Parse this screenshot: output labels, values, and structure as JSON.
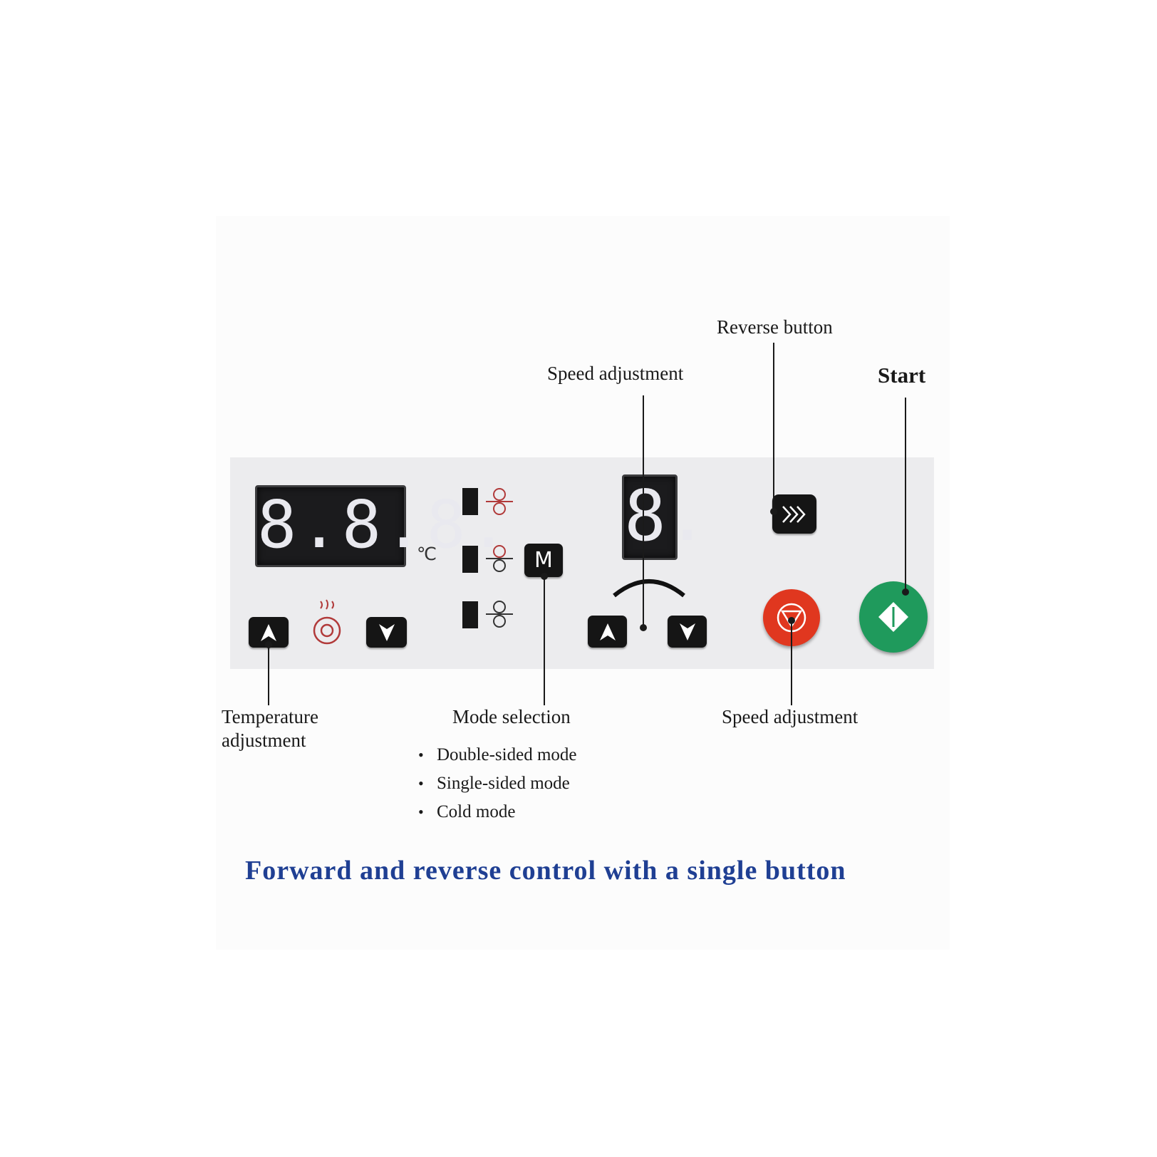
{
  "labels": {
    "reverse_button": "Reverse button",
    "speed_adjustment_top": "Speed adjustment",
    "start": "Start",
    "temperature_line1": "Temperature",
    "temperature_line2": "adjustment",
    "mode_selection": "Mode selection",
    "speed_adjustment_bottom": "Speed adjustment"
  },
  "panel": {
    "temp_display": "8.8.8.",
    "temp_unit": "℃",
    "speed_display": "8.",
    "mode_button": "M"
  },
  "modes": [
    "Double-sided mode",
    "Single-sided mode",
    "Cold mode"
  ],
  "caption": "Forward and reverse control with a single button",
  "colors": {
    "caption": "#1f3f93",
    "stop_button": "#e0371f",
    "start_button": "#1f9a5c",
    "heat_icon": "#b13a3a"
  },
  "icons": [
    "arrow-up-icon",
    "arrow-down-icon",
    "heat-icon",
    "roller-icon",
    "mode-icon",
    "speed-arc-icon",
    "reverse-chevrons-icon",
    "stop-triangle-icon",
    "start-diamond-icon"
  ]
}
